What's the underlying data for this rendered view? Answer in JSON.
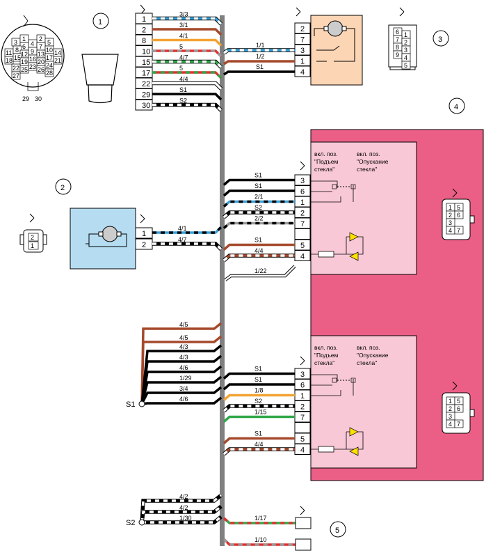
{
  "diagram": {
    "callouts": {
      "c1": "1",
      "c2": "2",
      "c3": "3",
      "c4": "4",
      "c5": "5"
    },
    "round_connector": {
      "pins": [
        "1",
        "2",
        "3",
        "4",
        "5",
        "6",
        "7",
        "8",
        "9",
        "10",
        "11",
        "12",
        "13",
        "14",
        "15",
        "16",
        "17",
        "18",
        "19",
        "20",
        "21",
        "22",
        "23",
        "24",
        "25",
        "26",
        "27",
        "28"
      ],
      "extra_pins": [
        "29",
        "30"
      ]
    },
    "switch_block": {
      "pins": [
        "1",
        "2",
        "8",
        "10",
        "15",
        "17",
        "22",
        "29",
        "30"
      ],
      "wires": [
        "3/3",
        "3/1",
        "4/1",
        "5",
        "4/7",
        "5",
        "4/4",
        "S1",
        "S2"
      ]
    },
    "mirror_motor": {
      "pins": [
        "2",
        "7",
        "3",
        "1",
        "4"
      ],
      "wires": [
        "1/1",
        "1/2",
        "S1"
      ]
    },
    "connector3": {
      "pins": [
        "6",
        "1",
        "7",
        "2",
        "8",
        "3",
        "9",
        "4",
        "5"
      ]
    },
    "motor2": {
      "pins": [
        "1",
        "2"
      ],
      "wires": [
        "4/1",
        "4/7"
      ],
      "small_connector_pins": [
        "2",
        "1"
      ]
    },
    "window_switch_top": {
      "label_left": "вкл. поз. \"Подъем стекла\"",
      "label_left_line1": "вкл. поз.",
      "label_left_line2": "\"Подъем",
      "label_left_line3": "стекла\"",
      "label_right_line1": "вкл. поз.",
      "label_right_line2": "\"Опускание",
      "label_right_line3": "стекла\"",
      "pins": [
        "3",
        "6",
        "1",
        "2",
        "7",
        "",
        "5",
        "4"
      ],
      "wires": [
        "S1",
        "S1",
        "2/1",
        "S2",
        "2/2",
        "S1",
        "4/4",
        "1/22"
      ]
    },
    "window_switch_bottom": {
      "label_left_line1": "вкл. поз.",
      "label_left_line2": "\"Подъем",
      "label_left_line3": "стекла\"",
      "label_right_line1": "вкл. поз.",
      "label_right_line2": "\"Опускание",
      "label_right_line3": "стекла\"",
      "pins": [
        "3",
        "6",
        "1",
        "2",
        "7",
        "",
        "5",
        "4"
      ],
      "wires": [
        "S1",
        "S1",
        "1/8",
        "S2",
        "1/15",
        "S1",
        "4/4"
      ]
    },
    "splice_s1": {
      "label": "S1",
      "wires": [
        "4/5",
        "4/5",
        "4/3",
        "4/3",
        "4/6",
        "1/29",
        "3/4",
        "4/6"
      ]
    },
    "splice_s2": {
      "label": "S2",
      "wires": [
        "4/2",
        "4/2",
        "1/30"
      ]
    },
    "lamp_wires": [
      "1/17",
      "1/10"
    ],
    "small_conn_pins_top": [
      "1",
      "5",
      "2",
      "6",
      "3",
      "4",
      "7"
    ],
    "small_conn_pins_bottom": [
      "1",
      "5",
      "2",
      "6",
      "3",
      "4",
      "7"
    ]
  }
}
